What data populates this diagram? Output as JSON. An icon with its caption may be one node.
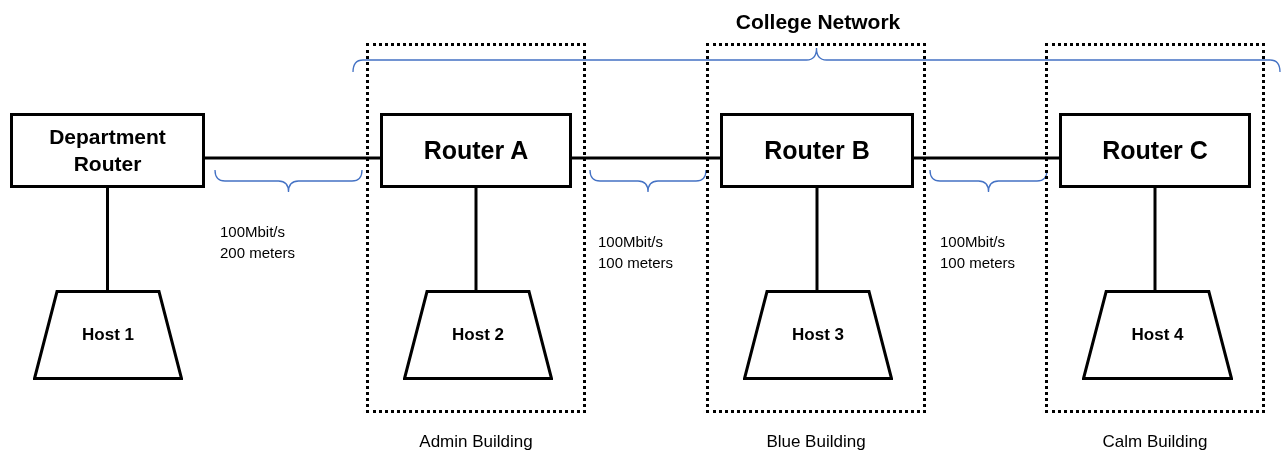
{
  "diagram": {
    "nodes": [
      {
        "text": [
          "Department Router"
        ]
      },
      {
        "text": [
          "Host 1"
        ]
      },
      {
        "text": [
          "Admin Building"
        ]
      },
      {
        "text": [
          "Router A"
        ],
        "in": 2
      },
      {
        "text": [
          "Host 2"
        ],
        "in": 2
      },
      {
        "text": [
          "Blue Building"
        ]
      },
      {
        "text": [
          "Router B"
        ],
        "in": 5
      },
      {
        "text": [
          "Host 3"
        ],
        "in": 5
      },
      {
        "text": [
          "Calm Building"
        ]
      },
      {
        "text": [
          "Router C"
        ],
        "in": 8
      },
      {
        "text": [
          "Host 4"
        ],
        "in": 8
      }
    ],
    "edges": [
      {
        "from": 0,
        "to": 1,
        "arrow": "none"
      },
      {
        "from": 0,
        "to": 3,
        "arrow": "none"
      },
      {
        "from": 3,
        "to": 4,
        "arrow": "none"
      },
      {
        "from": 3,
        "to": 6,
        "arrow": "none"
      },
      {
        "from": 6,
        "to": 7,
        "arrow": "none"
      },
      {
        "from": 6,
        "to": 9,
        "arrow": "none"
      },
      {
        "from": 9,
        "to": 10,
        "arrow": "none"
      }
    ],
    "labels": [
      "College Network",
      "100Mbit/s 200 meters",
      "100Mbit/s 100 meters",
      "100Mbit/s 100 meters"
    ]
  }
}
